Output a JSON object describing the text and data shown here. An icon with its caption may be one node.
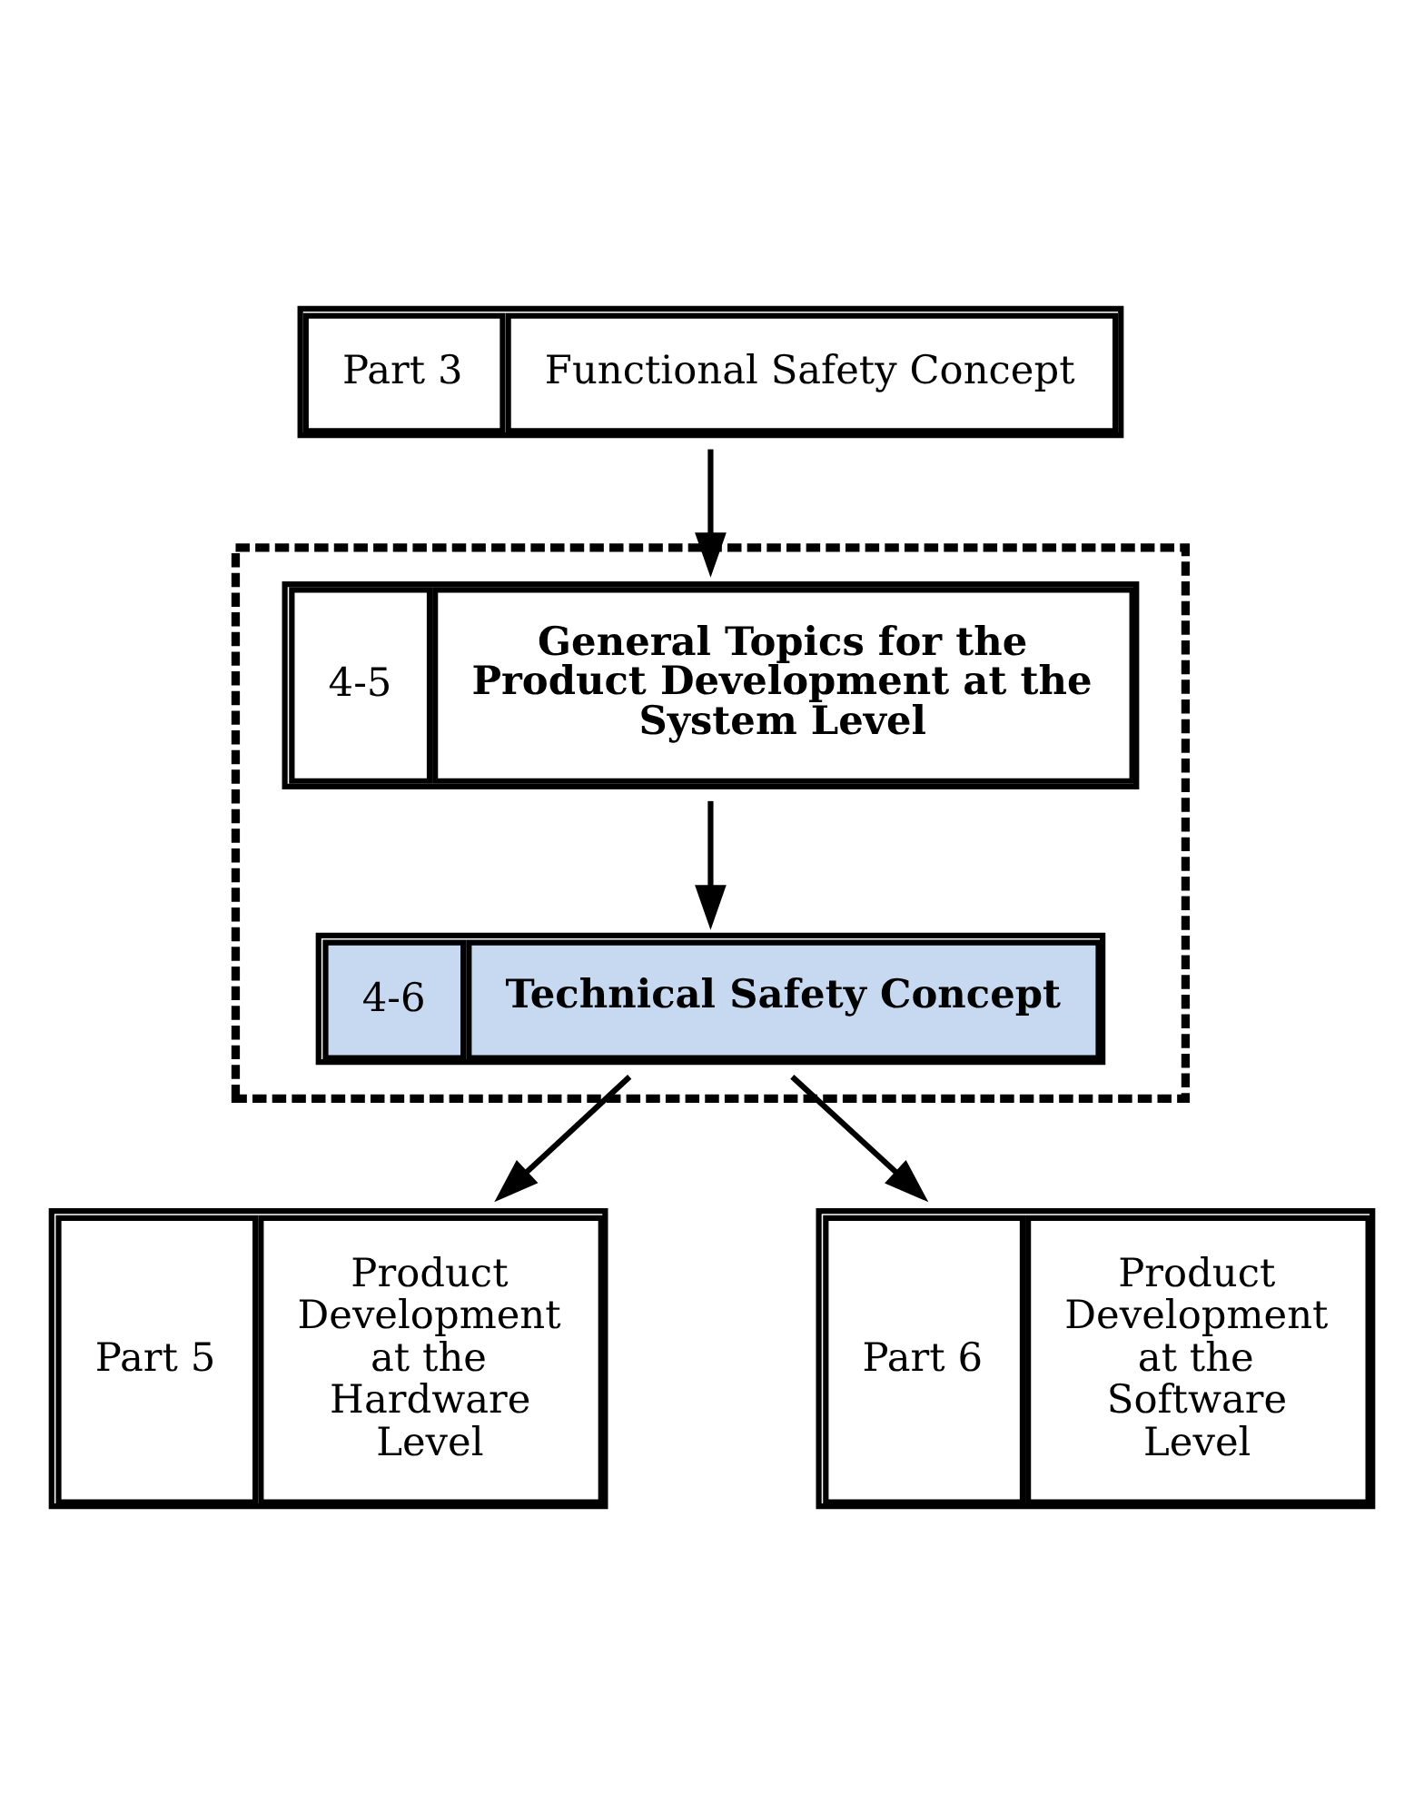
{
  "diagram": {
    "nodes": [
      {
        "text": [
          "Part 3",
          "Functional Safety Concept"
        ]
      },
      {
        "text": [],
        "shape": "box"
      },
      {
        "text": [
          "4-5",
          "General Topics for the Product Development at the System Level"
        ],
        "in": 1
      },
      {
        "text": [
          "4-6",
          "Technical Safety Concept"
        ],
        "in": 1
      },
      {
        "text": [
          "Part 5",
          "Product Development at the Hardware Level"
        ]
      },
      {
        "text": [
          "Part 6",
          "Product Development at the Software Level"
        ]
      }
    ],
    "edges": [
      {
        "from": 0,
        "to": 2,
        "arrow": "to"
      },
      {
        "from": 2,
        "to": 3,
        "arrow": "to"
      },
      {
        "from": 3,
        "to": 4,
        "arrow": "to"
      },
      {
        "from": 3,
        "to": 5,
        "arrow": "to"
      }
    ]
  }
}
